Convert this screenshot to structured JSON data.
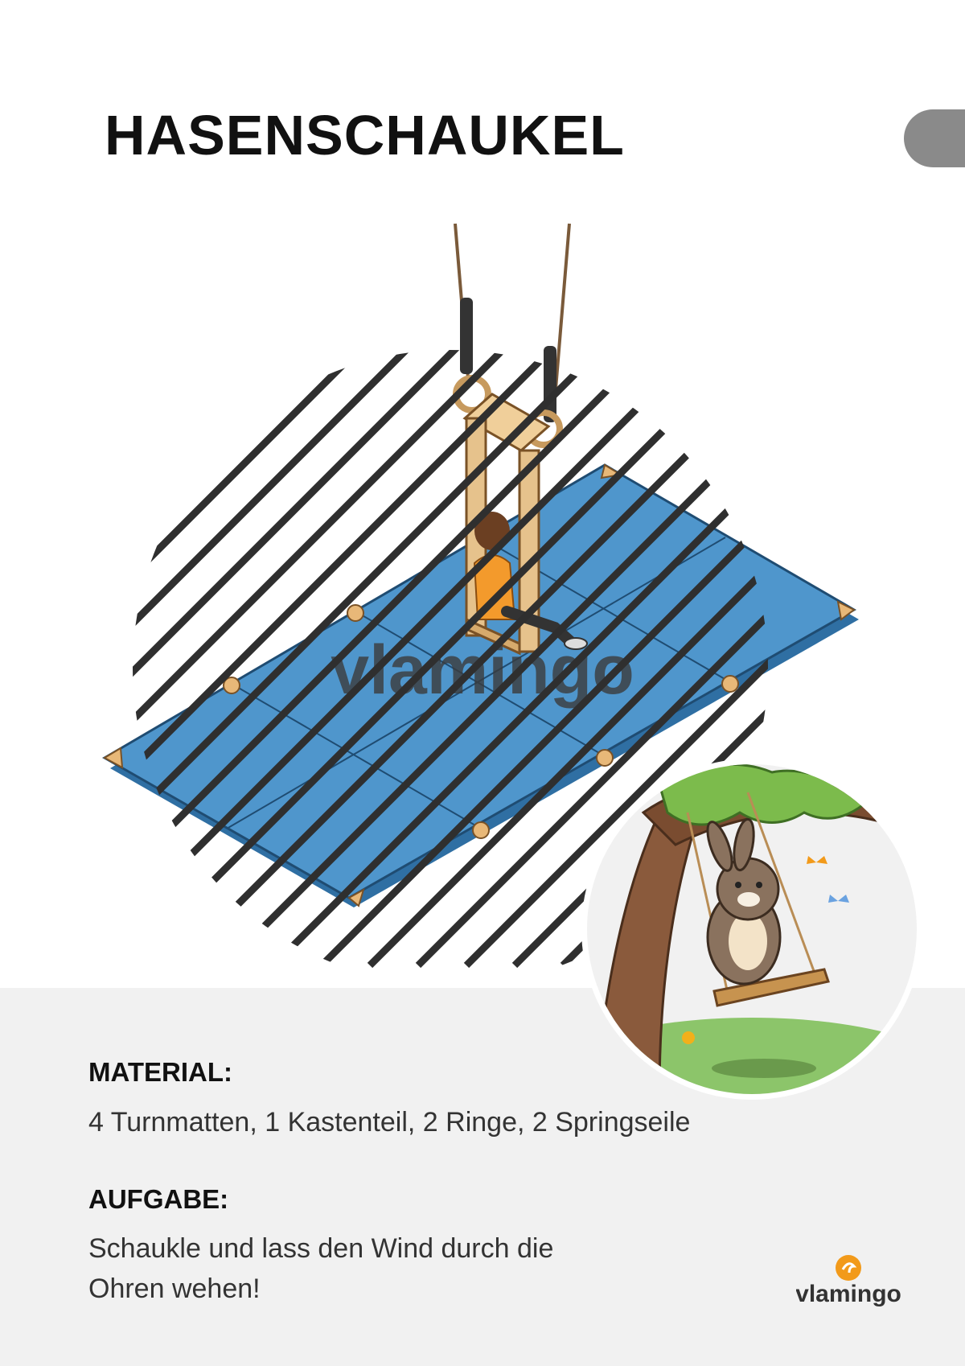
{
  "title": "HASENSCHAUKEL",
  "watermark": "vlamingo",
  "material": {
    "label": "MATERIAL:",
    "text": "4 Turnmatten, 1 Kastenteil, 2 Ringe, 2 Springseile"
  },
  "aufgabe": {
    "label": "AUFGABE:",
    "line1": "Schaukle und lass den Wind durch die",
    "line2": "Ohren wehen!"
  },
  "logo": {
    "text": "vlamingo"
  },
  "colors": {
    "mat": "#4f96cc",
    "accent": "#f29a1a",
    "panel": "#f1f1f1"
  }
}
